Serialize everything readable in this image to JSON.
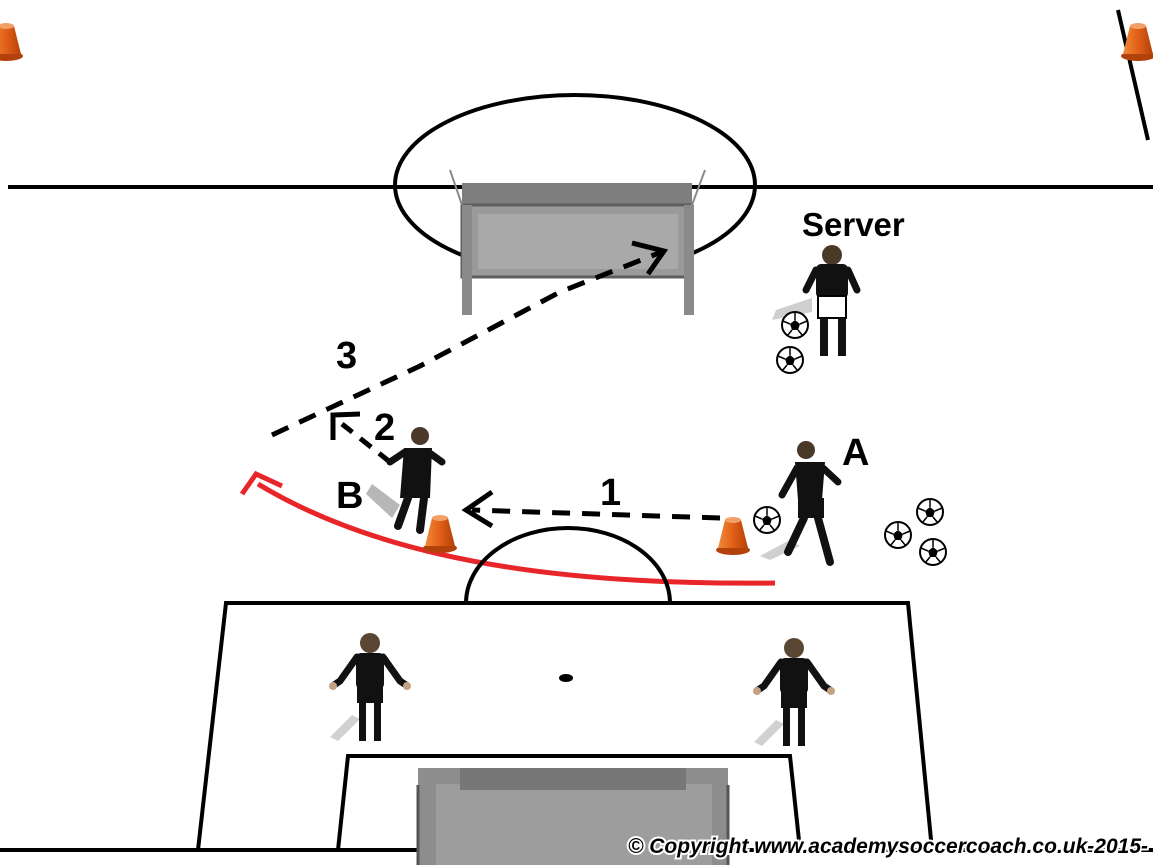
{
  "labels": {
    "server": "Server",
    "player_a": "A",
    "player_b": "B",
    "step_1": "1",
    "step_2": "2",
    "step_3": "3"
  },
  "copyright": "© Copyright www.academysoccercoach.co.uk-2015-",
  "colors": {
    "pitch": "#ffffff",
    "lines": "#000000",
    "run_arrow": "#e8262a",
    "cone": "#e2651d",
    "goal": "#8a8a8a",
    "kit": "#111111"
  },
  "icons": [
    "cone-icon",
    "ball-icon",
    "player-icon",
    "goal-icon"
  ]
}
